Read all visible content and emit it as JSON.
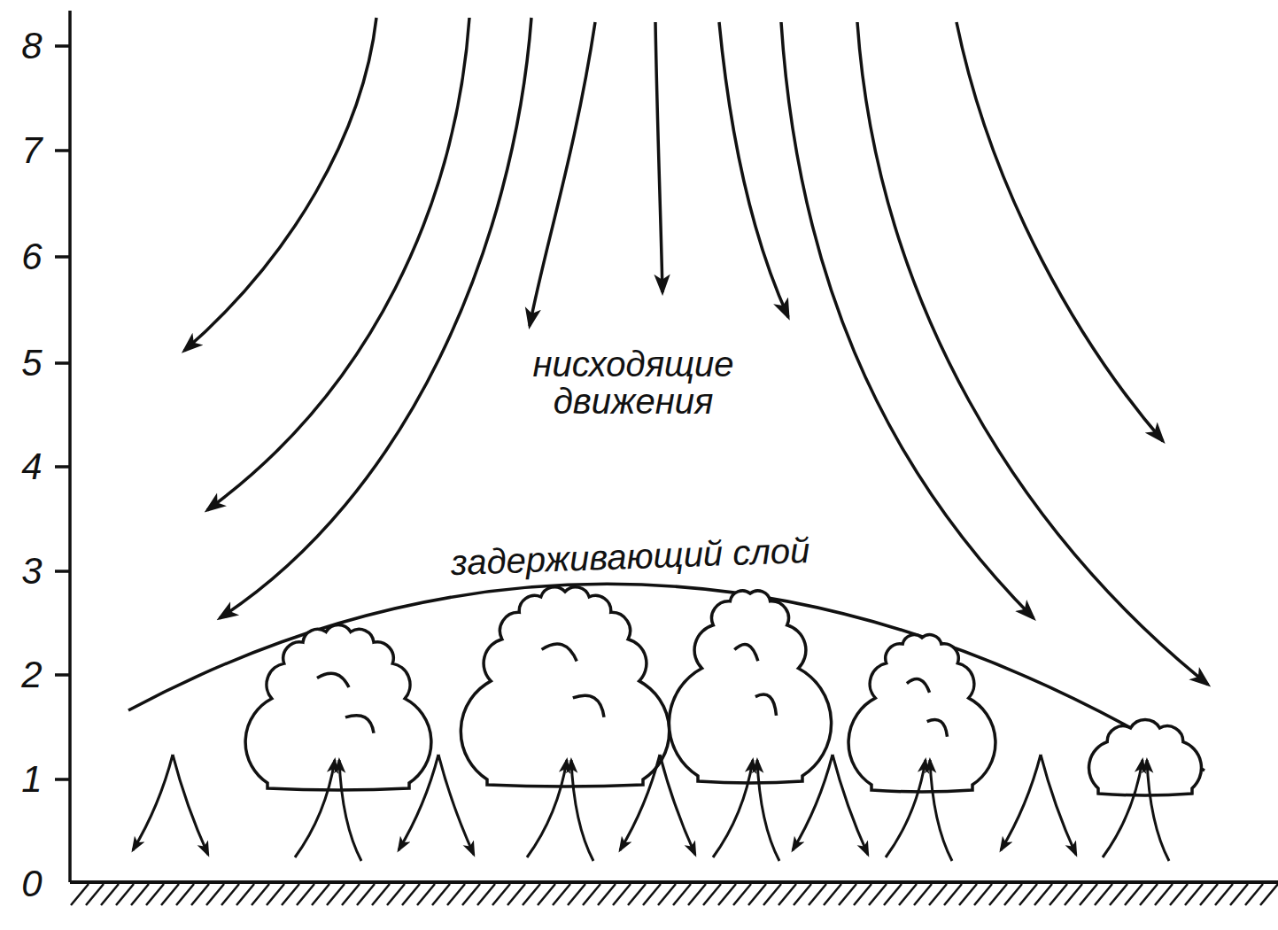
{
  "diagram": {
    "labels": [
      "8",
      "7",
      "6",
      "5",
      "4",
      "3",
      "2",
      "1",
      "0",
      "нисходящие движения",
      "задерживающий слой"
    ]
  }
}
